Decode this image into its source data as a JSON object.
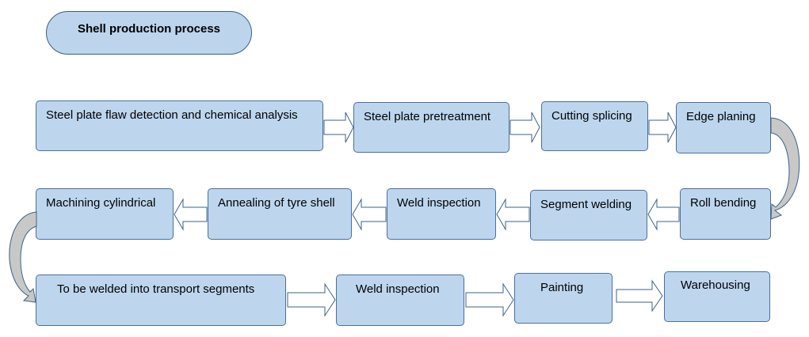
{
  "title": "Shell production process",
  "steps": {
    "s1": "Steel plate flaw detection and chemical analysis",
    "s2": "Steel plate pretreatment",
    "s3": "Cutting splicing",
    "s4": "Edge planing",
    "s5": "Roll bending",
    "s6": "Segment welding",
    "s7": "Weld inspection",
    "s8": "Annealing of tyre shell",
    "s9": "Machining cylindrical",
    "s10": "To be welded into transport segments",
    "s11": "Weld inspection",
    "s12": "Painting",
    "s13": "Warehousing"
  },
  "colors": {
    "box_fill": "#bdd6ee",
    "box_border": "#4a6f9a",
    "arrow_stroke": "#3d6389",
    "curve_fill": "#c8c8c8"
  }
}
